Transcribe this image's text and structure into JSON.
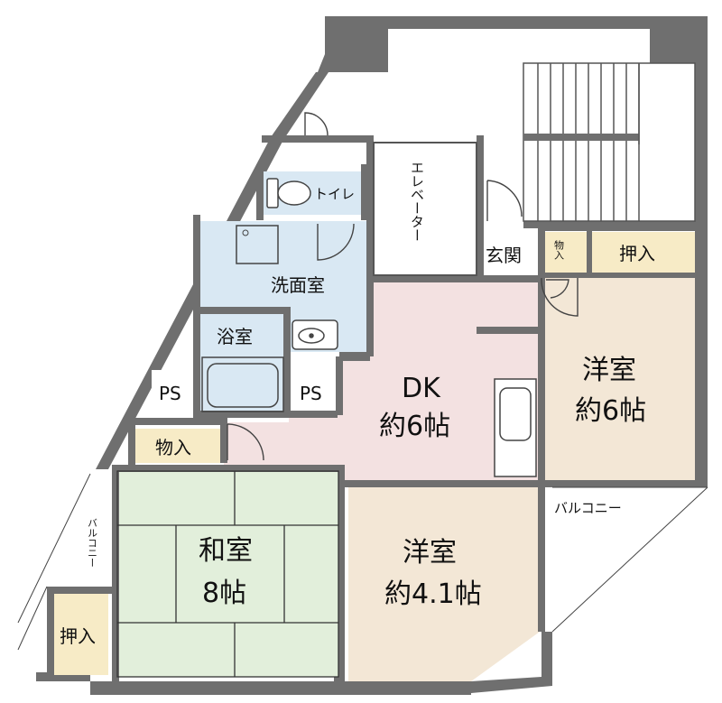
{
  "rooms": {
    "dk": {
      "name": "DK",
      "size": "約6帖",
      "color": "#f3e1e1"
    },
    "western_large": {
      "name": "洋室",
      "size": "約6帖",
      "color": "#f3e7d6"
    },
    "western_small": {
      "name": "洋室",
      "size": "約4.1帖",
      "color": "#f3e7d6"
    },
    "japanese": {
      "name": "和室",
      "size": "8帖",
      "color": "#e2efdb"
    },
    "washroom": {
      "name": "洗面室",
      "color": "#d9e8f3"
    },
    "bathroom": {
      "name": "浴室",
      "color": "#d9e8f3"
    },
    "toilet": {
      "name": "トイレ",
      "color": "#d9e8f3"
    },
    "entrance": {
      "name": "玄関"
    },
    "elevator": {
      "name": "エレベーター"
    },
    "ps_left": {
      "name": "PS"
    },
    "ps_right": {
      "name": "PS"
    },
    "storage_left": {
      "name": "物入",
      "color": "#f7ebc6"
    },
    "storage_small": {
      "name": "物入",
      "color": "#f7ebc6"
    },
    "closet_top": {
      "name": "押入",
      "color": "#f7ebc6"
    },
    "closet_bottom": {
      "name": "押入",
      "color": "#f7ebc6"
    },
    "balcony_right": {
      "name": "バルコニー"
    },
    "balcony_left": {
      "name": "バルコニー"
    }
  }
}
